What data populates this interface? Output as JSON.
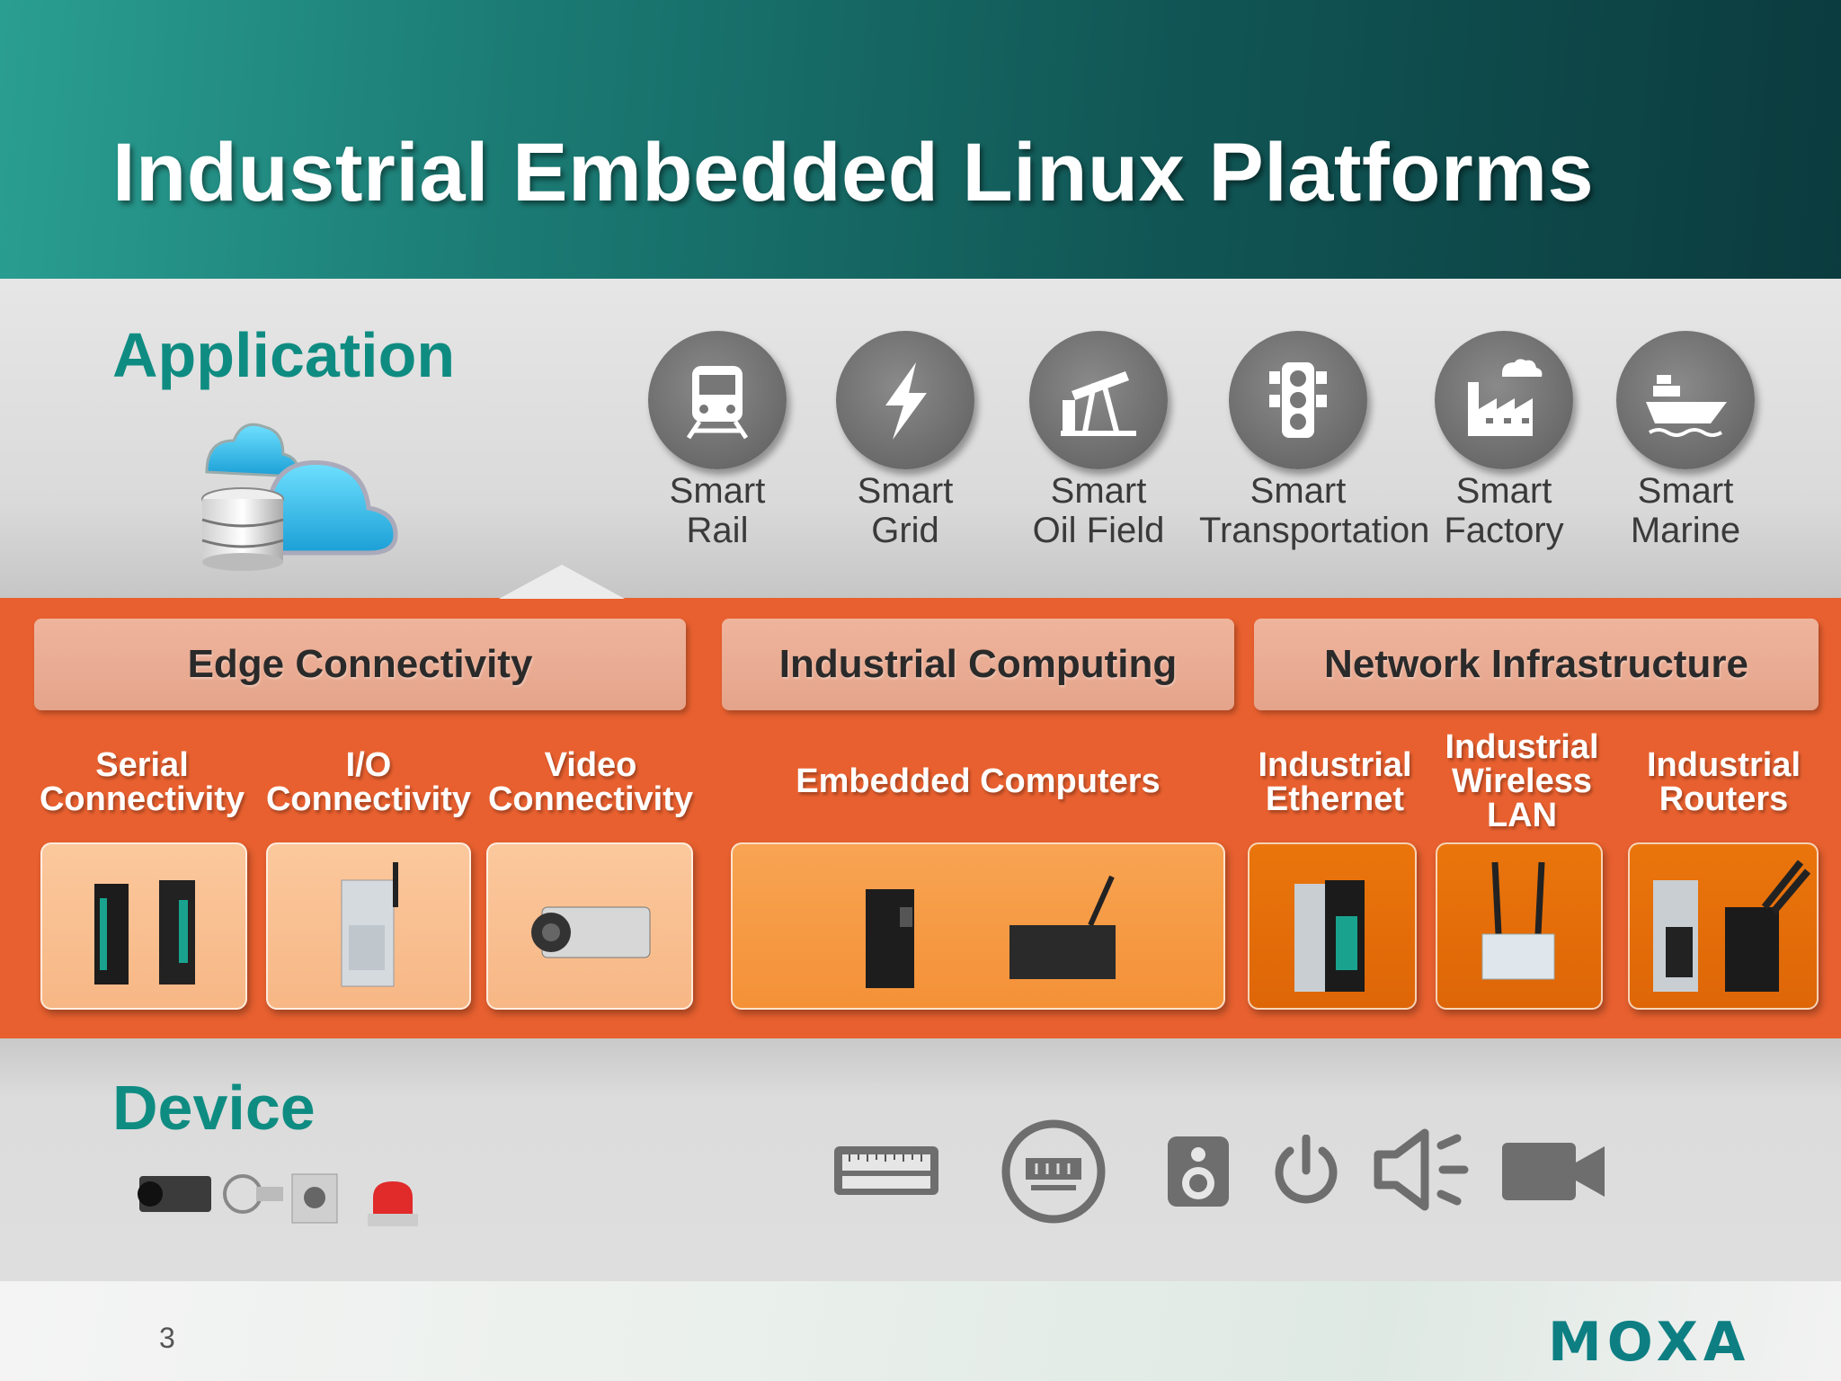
{
  "slide": {
    "title": "Industrial Embedded Linux Platforms",
    "page_number": "3",
    "brand": "MOXA"
  },
  "application": {
    "label": "Application",
    "items": [
      {
        "label": "Smart\nRail",
        "icon": "train-icon"
      },
      {
        "label": "Smart\nGrid",
        "icon": "lightning-icon"
      },
      {
        "label": "Smart\nOil Field",
        "icon": "oil-pump-icon"
      },
      {
        "label": "Smart\nTransportation",
        "icon": "traffic-light-icon"
      },
      {
        "label": "Smart\nFactory",
        "icon": "factory-icon"
      },
      {
        "label": "Smart\nMarine",
        "icon": "ship-icon"
      }
    ]
  },
  "categories": {
    "edge": "Edge Connectivity",
    "computing": "Industrial Computing",
    "network": "Network Infrastructure"
  },
  "subcategories": {
    "serial": "Serial\nConnectivity",
    "io": "I/O\nConnectivity",
    "video": "Video\nConnectivity",
    "embedded": "Embedded Computers",
    "ethernet": "Industrial\nEthernet",
    "wlan": "Industrial\nWireless\nLAN",
    "routers": "Industrial\nRouters"
  },
  "device": {
    "label": "Device",
    "icons": [
      "ruler-sensor-icon",
      "meter-icon",
      "speaker-icon",
      "power-icon",
      "audio-alarm-icon",
      "video-camera-icon"
    ]
  },
  "colors": {
    "teal": "#0f8c82",
    "orange": "#e8602f",
    "header_dark": "#0b3b3e"
  }
}
